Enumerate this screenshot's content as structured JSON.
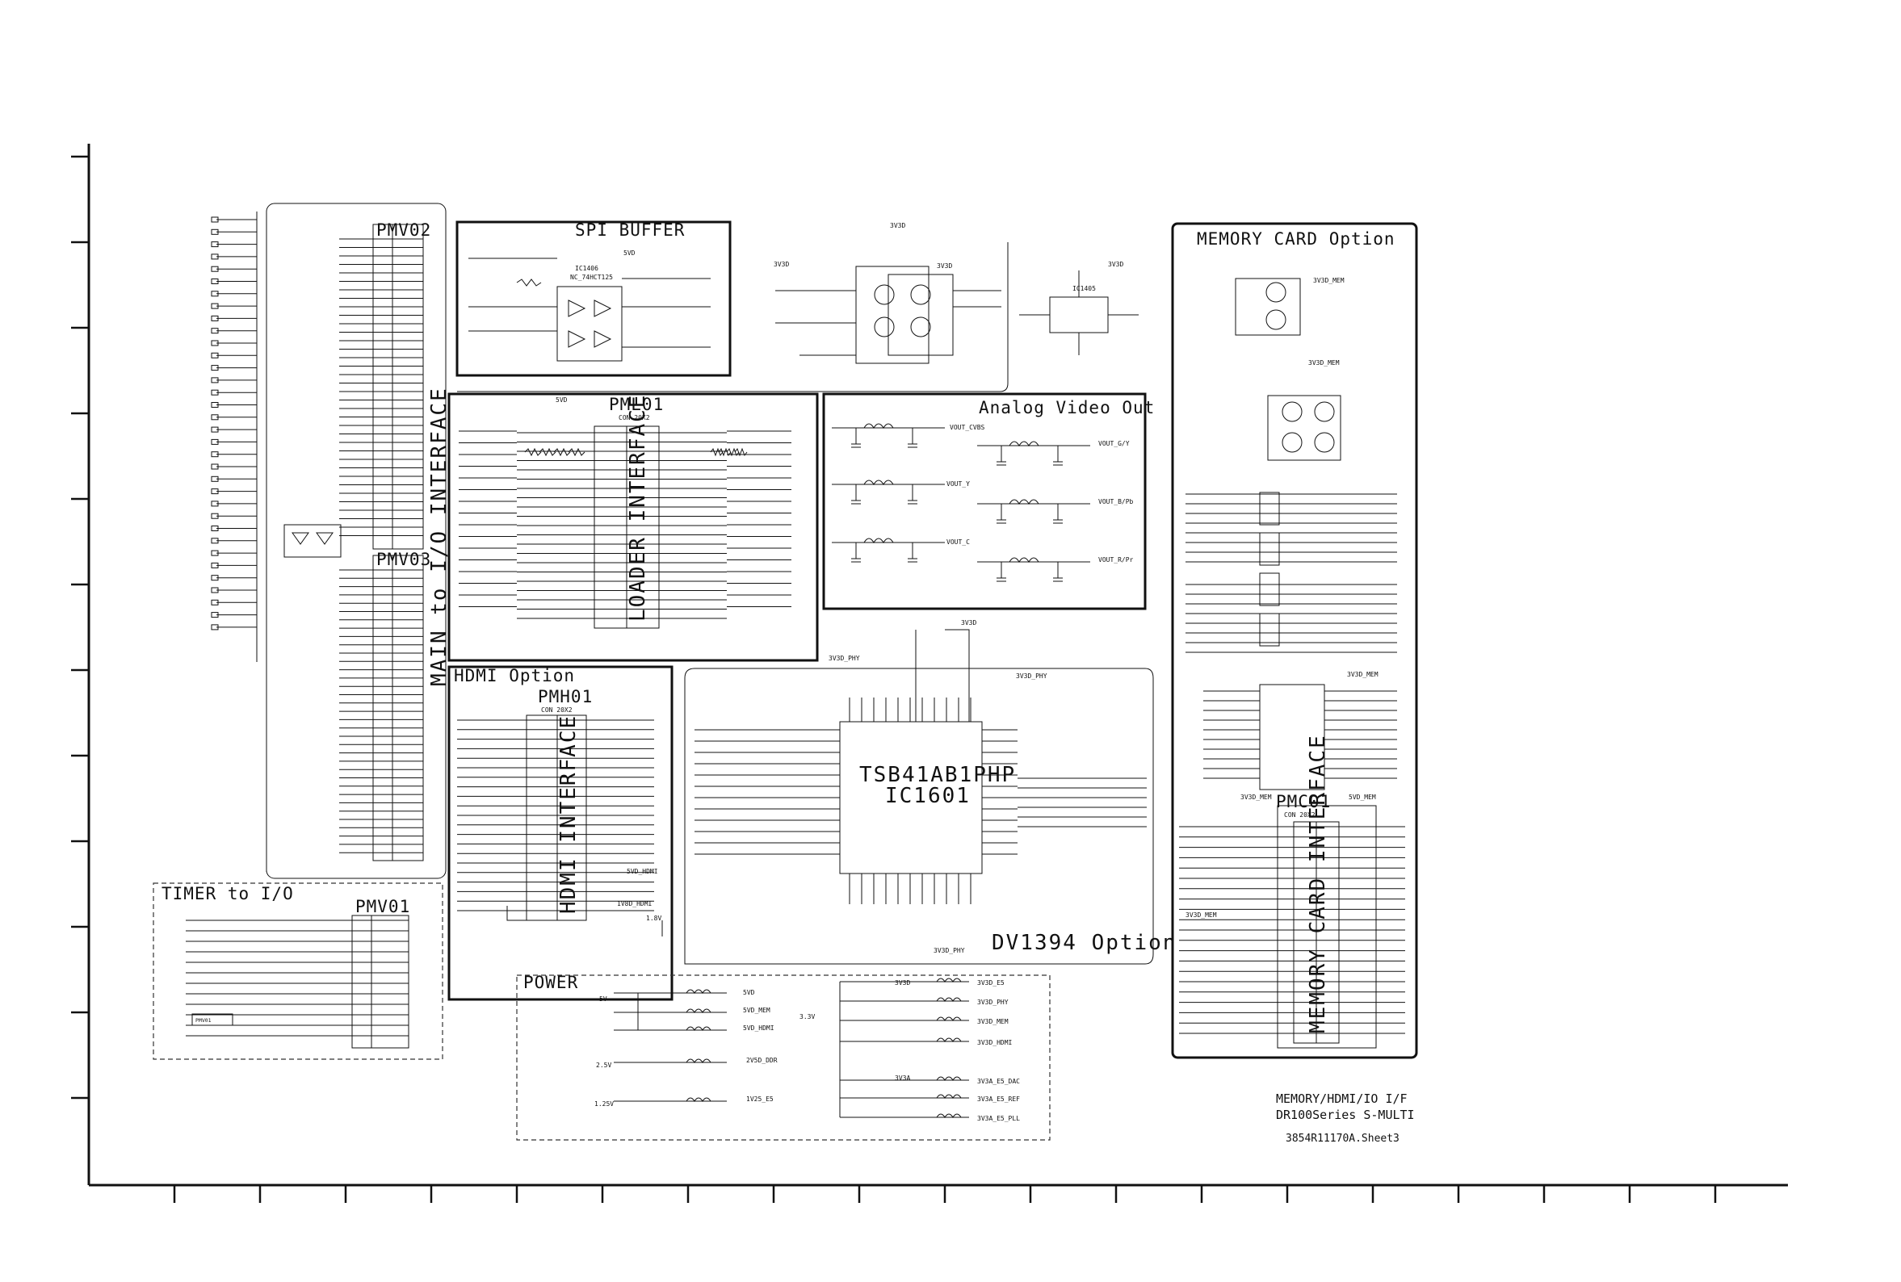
{
  "blocks": {
    "spi_buffer": "SPI BUFFER",
    "memory_card_option": "MEMORY CARD Option",
    "analog_video_out": "Analog Video Out",
    "hdmi_option": "HDMI Option",
    "timer_to_io": "TIMER to I/O",
    "power": "POWER",
    "dv1394_option": "DV1394 Option",
    "main_to_io_interface": "MAIN to I/O INTERFACE",
    "loader_interface": "LOADER INTERFACE",
    "hdmi_interface": "HDMI INTERFACE",
    "memory_card_interface": "MEMORY CARD INTERFACE"
  },
  "components": {
    "pmv02": "PMV02",
    "pmv03": "PMV03",
    "pmv01": "PMV01",
    "pml01": "PML01",
    "pml01_type": "CON 20X2",
    "pmh01": "PMH01",
    "pmh01_type": "CON 20X2",
    "pmc01": "PMC01",
    "pmc01_type": "CON 20X2",
    "ic1406": "IC1406",
    "ic1406_part": "NC_74HCT125",
    "ic1405": "IC1405",
    "ic1601_part": "TSB41AB1PHP",
    "ic1601": "IC1601"
  },
  "nets": {
    "v3d3": "3V3D",
    "v5d": "5VD",
    "v3d3_mem": "3V3D_MEM",
    "v5d_mem": "5VD_MEM",
    "v3d3_phy": "3V3D_PHY",
    "v1d8_hdmi": "1V8D_HDMI",
    "v1_8": "1.8V",
    "v5d_hdmi": "5VD_HDMI",
    "v3d3_hdmi": "3V3D_HDMI",
    "v3d3_e5": "3V3D_E5",
    "v2d5_ddr": "2V5D_DDR",
    "v1_25_e5": "1V25_E5",
    "v3a3": "3V3A",
    "v3a_e5_dac": "3V3A_E5_DAC",
    "v3a_e5_ref": "3V3A_E5_REF",
    "v3a_e5_pll": "3V3A_E5_PLL",
    "in_5v": "5V",
    "in_3_3v": "3.3V",
    "in_2_5v": "2.5V",
    "in_1_25v": "1.25V",
    "vout_cvbs": "VOUT_CVBS",
    "vout_y": "VOUT_Y",
    "vout_c": "VOUT_C",
    "vout_gy": "VOUT_G/Y",
    "vout_bpb": "VOUT_B/Pb",
    "vout_rpr": "VOUT_R/Pr"
  },
  "title_block": {
    "line1": "MEMORY/HDMI/IO I/F",
    "line2": "DR100Series S-MULTI",
    "line3": "3854R11170A.Sheet3"
  },
  "colors": {
    "ink": "#111111",
    "paper": "#ffffff"
  }
}
